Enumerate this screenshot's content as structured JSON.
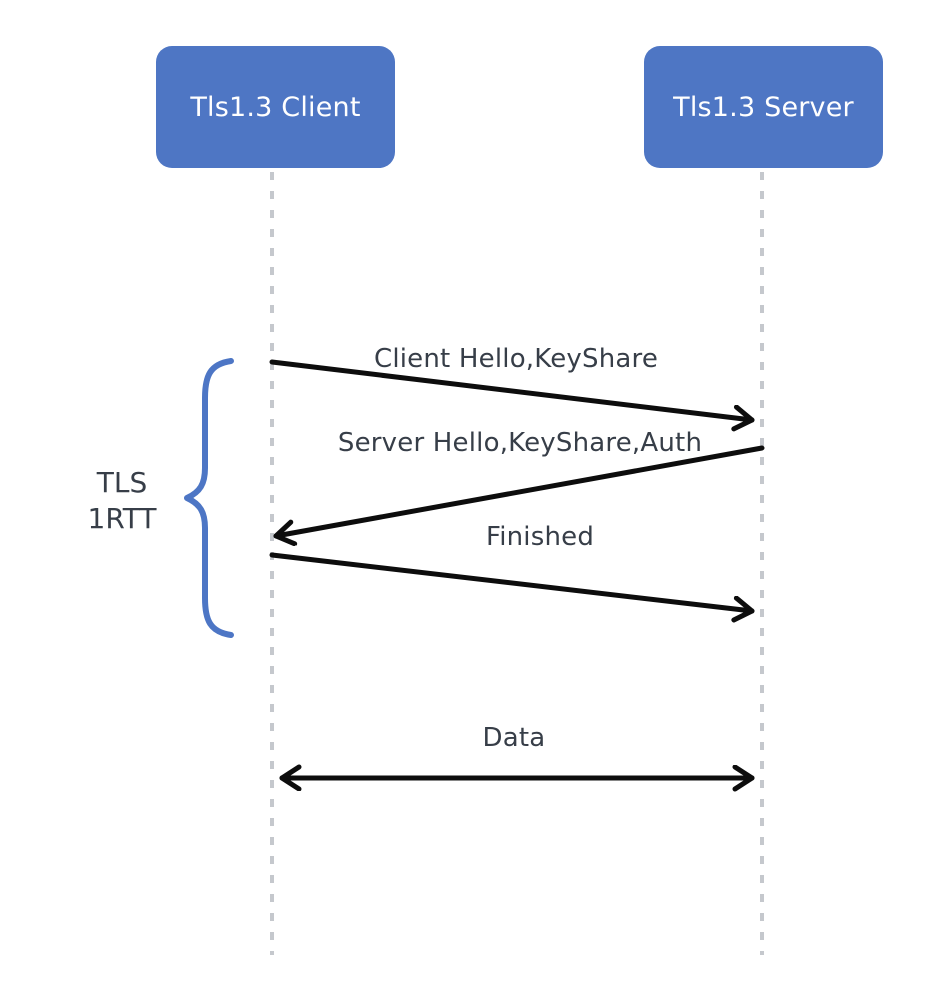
{
  "diagram": {
    "type": "sequence-diagram",
    "topic": "TLS 1.3 1-RTT handshake"
  },
  "actors": [
    {
      "id": "client",
      "label": "Tls1.3 Client"
    },
    {
      "id": "server",
      "label": "Tls1.3 Server"
    }
  ],
  "messages": [
    {
      "label": "Client Hello,KeyShare",
      "from": "client",
      "to": "server"
    },
    {
      "label": "Server Hello,KeyShare,Auth",
      "from": "server",
      "to": "client"
    },
    {
      "label": "Finished",
      "from": "client",
      "to": "server"
    },
    {
      "label": "Data",
      "from": "client",
      "to": "server",
      "bidirectional": true
    }
  ],
  "brace_label": {
    "line1": "TLS",
    "line2": "1RTT"
  },
  "colors": {
    "actor_fill": "#4e76c4",
    "actor_text": "#ffffff",
    "brace_stroke": "#4d76c5",
    "arrow_stroke": "#0d0d0d",
    "lifeline_stroke": "#c5c8cd",
    "label_text": "#373e48"
  }
}
